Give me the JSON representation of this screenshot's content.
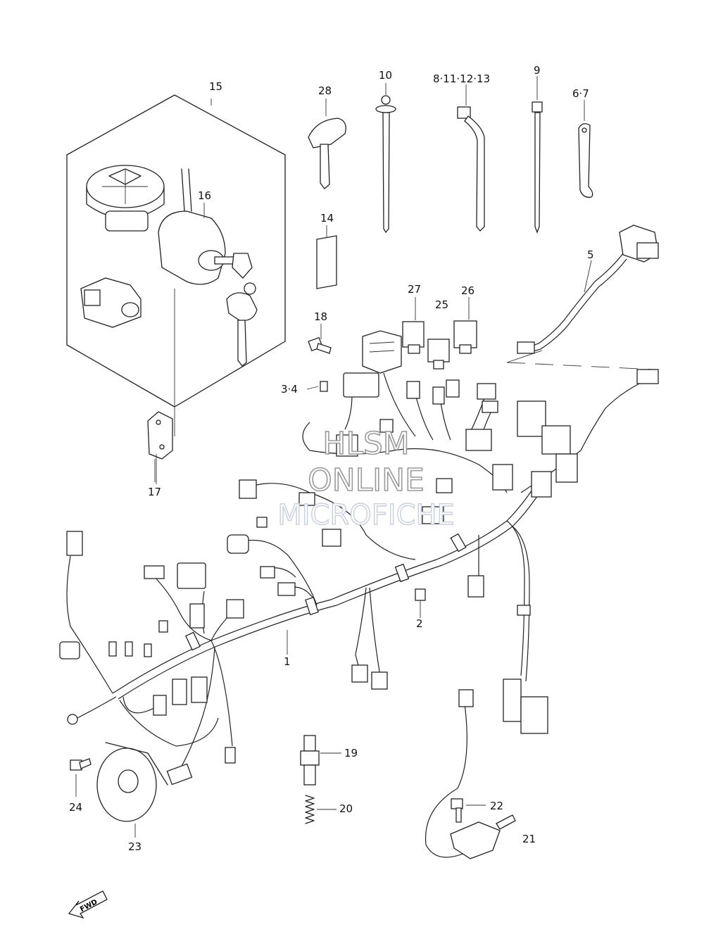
{
  "callouts": [
    {
      "id": "c1",
      "text": "1"
    },
    {
      "id": "c2",
      "text": "2"
    },
    {
      "id": "c3_4",
      "text": "3·4"
    },
    {
      "id": "c5",
      "text": "5"
    },
    {
      "id": "c6_7",
      "text": "6·7"
    },
    {
      "id": "c8_13",
      "text": "8·11·12·13"
    },
    {
      "id": "c9",
      "text": "9"
    },
    {
      "id": "c10",
      "text": "10"
    },
    {
      "id": "c14",
      "text": "14"
    },
    {
      "id": "c15",
      "text": "15"
    },
    {
      "id": "c16",
      "text": "16"
    },
    {
      "id": "c17",
      "text": "17"
    },
    {
      "id": "c18",
      "text": "18"
    },
    {
      "id": "c19",
      "text": "19"
    },
    {
      "id": "c20",
      "text": "20"
    },
    {
      "id": "c21",
      "text": "21"
    },
    {
      "id": "c22",
      "text": "22"
    },
    {
      "id": "c23",
      "text": "23"
    },
    {
      "id": "c24",
      "text": "24"
    },
    {
      "id": "c25",
      "text": "25"
    },
    {
      "id": "c26",
      "text": "26"
    },
    {
      "id": "c27",
      "text": "27"
    },
    {
      "id": "c28",
      "text": "28"
    }
  ],
  "watermark": {
    "line1": "HLSM",
    "line2": "ONLINE",
    "line3": "MICROFICHE"
  },
  "fwd_label": "FWD"
}
